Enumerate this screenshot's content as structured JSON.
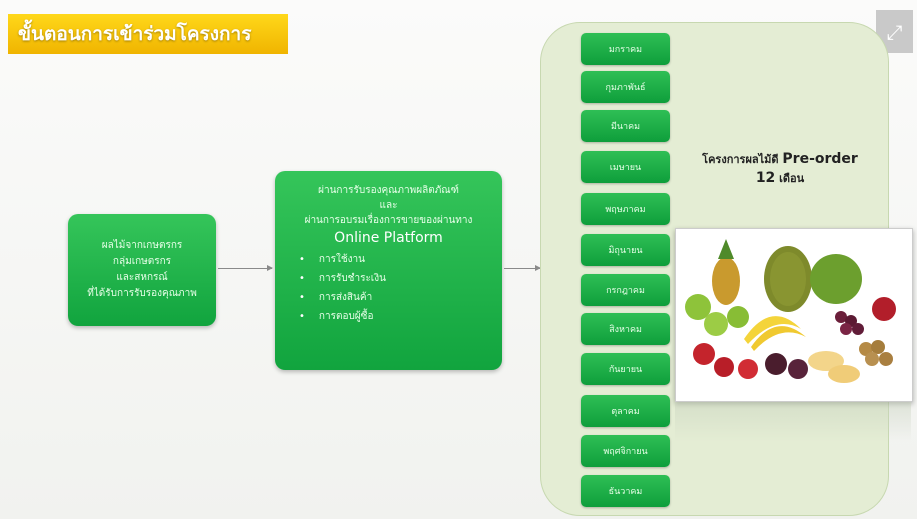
{
  "title": "ขั้นตอนการเข้าร่วมโครงการ",
  "box1": {
    "lines": [
      "ผลไม้จากเกษตรกร",
      "กลุ่มเกษตรกร",
      "และสหกรณ์",
      "ที่ได้รับการรับรองคุณภาพ"
    ]
  },
  "box2": {
    "line1": "ผ่านการรับรองคุณภาพผลิตภัณฑ์",
    "line2": "และ",
    "line3": "ผ่านการอบรมเรื่องการขายของผ่านทาง",
    "platform": "Online Platform",
    "bullets": [
      "การใช้งาน",
      "การรับชำระเงิน",
      "การส่งสินค้า",
      "การตอบผู้ซื้อ"
    ]
  },
  "months": [
    "มกราคม",
    "กุมภาพันธ์",
    "มีนาคม",
    "เมษายน",
    "พฤษภาคม",
    "มิถุนายน",
    "กรกฎาคม",
    "สิงหาคม",
    "กันยายน",
    "ตุลาคม",
    "พฤศจิกายน",
    "ธันวาคม"
  ],
  "project": {
    "line1_prefix": "โครงการผลไม้ดี",
    "line1_bold": "Pre-order",
    "line2_num": "12",
    "line2_unit": "เดือน"
  },
  "icons": {
    "expand": "expand-icon"
  },
  "colors": {
    "green": "#19aa45",
    "yellow": "#f6c400",
    "panel": "#e4edd4"
  }
}
